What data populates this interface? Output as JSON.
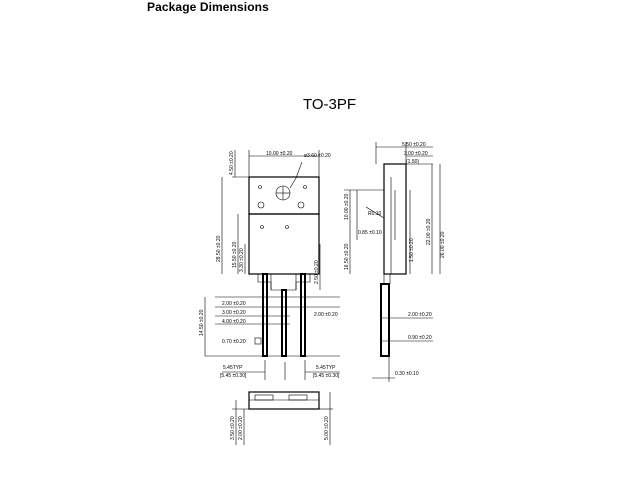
{
  "title": "Package Dimensions",
  "package": "TO-3PF",
  "dims": {
    "top_width": "10.00 ±0.20",
    "hole_dia": "ø3.60 ±0.20",
    "top_h": "4.50 ±0.20",
    "total_h": "28.50 ±0.20",
    "body_h": "15.50 ±0.20",
    "hole_off": "3.30 ±0.20",
    "lead_len_a": "2.50 ±0.20",
    "pin_w1": "2.00 ±0.20",
    "pin_w2": "3.00 ±0.20",
    "pin_w3": "4.00 ±0.20",
    "pin_t": "0.70 ±0.20",
    "lead_h": "14.50 ±0.20",
    "pitch_l": "5.45TYP",
    "pitch_l2": "[5.45 ±0.30]",
    "pitch_r": "5.45TYP",
    "pitch_r2": "[5.45 ±0.30]",
    "lead_pitch_r": "2.00 ±0.20",
    "side_w": "5.50 ±0.20",
    "side_t1": "3.00 ±0.20",
    "side_t2": "(1.50)",
    "side_h1": "10.00 ±0.20",
    "side_h2": "16.50 ±0.20",
    "side_h3": "22.00 ±0.20",
    "side_h4": "26.00 ±0.20",
    "side_lead": "1.50 ±0.20",
    "side_ang": "R0.10",
    "side_rad": "0.85 ±0.10",
    "side_pin": "2.00 ±0.20",
    "side_pin2": "0.90 ±0.20",
    "side_bot": "0.30 ±0.10",
    "bot_h1": "3.50 ±0.20",
    "bot_h2": "2.00 ±0.20",
    "bot_h3": "5.00 ±0.20"
  }
}
